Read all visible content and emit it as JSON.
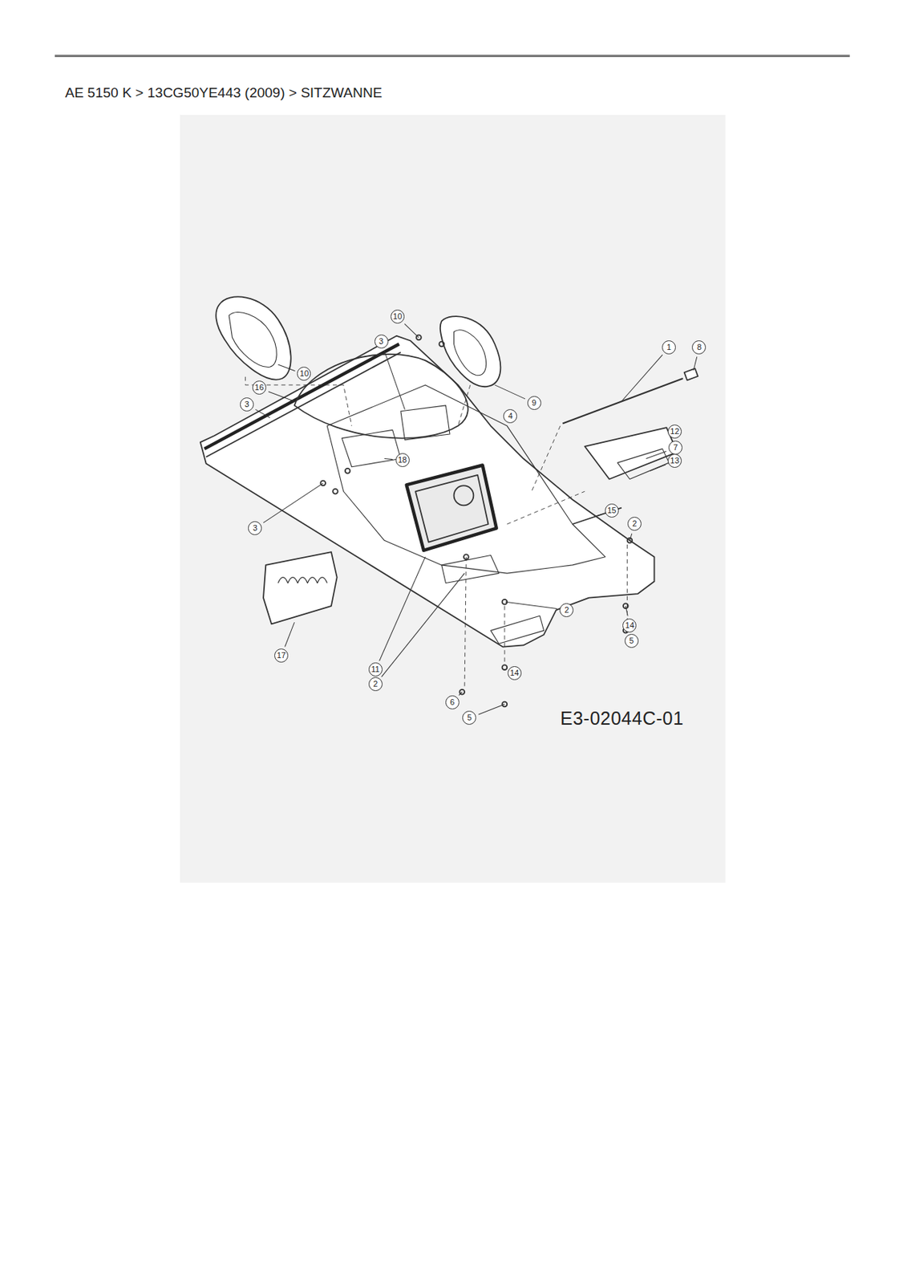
{
  "diagram": {
    "title": "AE 5150 K  >  13CG50YE443 (2009)  >  SITZWANNE",
    "caption": "E3-02044C-01",
    "labels": [
      "10",
      "3",
      "10",
      "16",
      "3",
      "9",
      "4",
      "1",
      "8",
      "12",
      "7",
      "13",
      "18",
      "15",
      "2",
      "3",
      "2",
      "14",
      "5",
      "17",
      "11",
      "2",
      "6",
      "14",
      "5"
    ]
  }
}
